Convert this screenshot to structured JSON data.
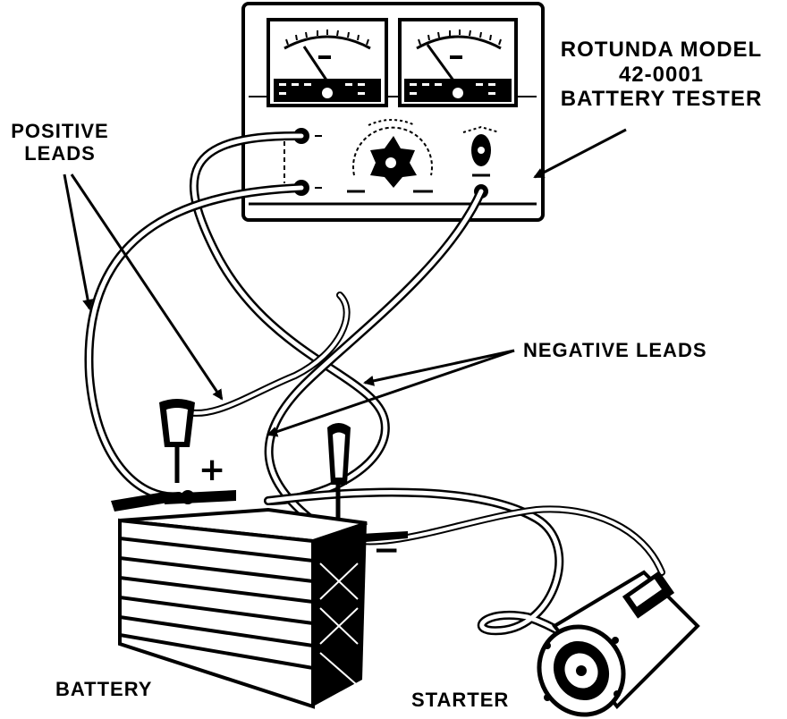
{
  "labels": {
    "tester_line1": "ROTUNDA MODEL",
    "tester_line2": "42-0001",
    "tester_line3": "BATTERY TESTER",
    "positive_line1": "POSITIVE",
    "positive_line2": "LEADS",
    "negative": "NEGATIVE LEADS",
    "battery": "BATTERY",
    "starter": "STARTER"
  },
  "terminals": {
    "positive": "+",
    "negative": "−"
  },
  "colors": {
    "ink": "#000000",
    "paper": "#ffffff"
  }
}
